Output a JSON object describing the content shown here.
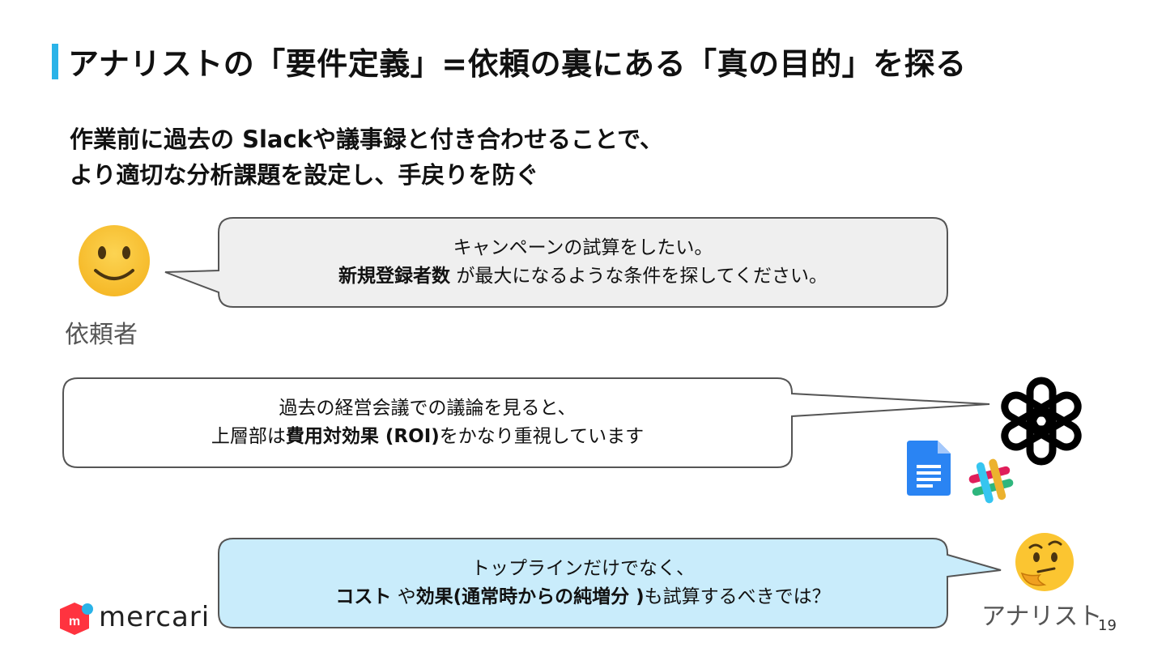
{
  "slide": {
    "title": "アナリストの「要件定義」=依頼の裏にある「真の目的」を探る",
    "subtitle_lines": [
      "作業前に過去の Slackや議事録と付き合わせることで、",
      "より適切な分析課題を設定し、手戻りを防ぐ"
    ],
    "page_number": "19"
  },
  "requester": {
    "label": "依頼者",
    "icon": "smiley-face-icon",
    "message": {
      "line1": "キャンペーンの試算をしたい。",
      "line2_bold": "新規登録者数",
      "line2_rest": " が最大になるような条件を探してください。"
    }
  },
  "ai": {
    "icon": "openai-logo-icon",
    "source_icons": [
      "google-docs-icon",
      "slack-icon"
    ],
    "message": {
      "line1": "過去の経営会議での議論を見ると、",
      "line2_pre": "上層部は",
      "line2_bold": "費用対効果 (ROI)",
      "line2_rest": "をかなり重視しています"
    }
  },
  "analyst": {
    "label": "アナリスト",
    "icon": "thinking-face-icon",
    "message": {
      "line1": "トップラインだけでなく、",
      "line2_bold1": "コスト",
      "line2_mid1": " や",
      "line2_bold2": "効果(通常時からの純増分 )",
      "line2_rest": "も試算するべきでは？"
    }
  },
  "brand": {
    "logo_text": "mercari",
    "logo_color": "#ff333f",
    "accent_color": "#2ab3e8"
  }
}
